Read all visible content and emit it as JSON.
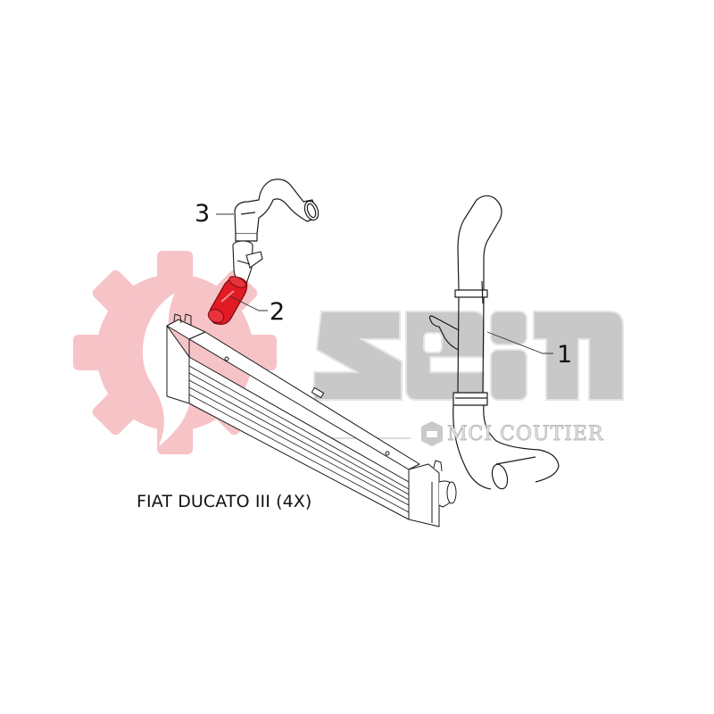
{
  "diagram": {
    "type": "exploded parts diagram",
    "vehicle_caption": "FIAT DUCATO III (4X)",
    "callouts": [
      {
        "number": "1",
        "part": "long charge-air hose (intercooler to intake)"
      },
      {
        "number": "2",
        "part": "short charge-air hose (highlighted)"
      },
      {
        "number": "3",
        "part": "upper bent charge-air hose"
      }
    ],
    "highlighted_part": "2",
    "highlight_color": "#e01b24",
    "line_color": "#1a1a1a"
  },
  "watermark": {
    "logo_text": "seim",
    "logo_color": "#c8c8c8",
    "gear_color": "#f6c3c7",
    "sub_brand": "MCI COUTIER",
    "sub_brand_color": "#bdbdbd"
  }
}
